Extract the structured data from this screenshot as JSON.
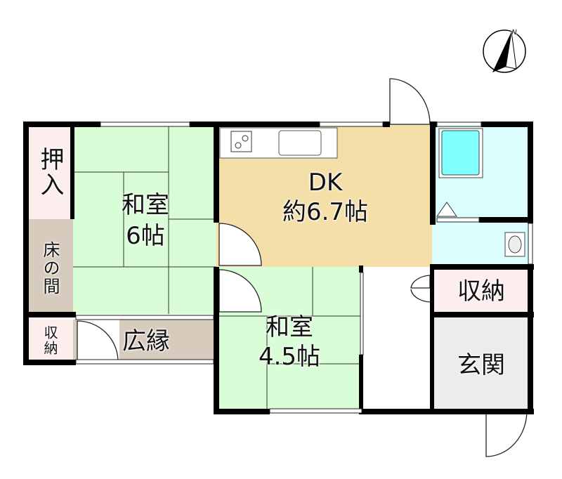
{
  "rooms": {
    "oshiire": "押入",
    "tokonoma": "床の間",
    "shuno_left": "収納",
    "washitsu6_name": "和室",
    "washitsu6_size": "6帖",
    "hiroen": "広縁",
    "dk_name": "DK",
    "dk_size": "約6.7帖",
    "washitsu45_name": "和室",
    "washitsu45_size": "4.5帖",
    "shuno_right": "収納",
    "genkan": "玄関"
  },
  "compass": {
    "label": "N"
  },
  "colors": {
    "tatami": "#d9fdd6",
    "dk": "#f5dfa8",
    "storage": "#fdeeee",
    "tan": "#d6cbbd",
    "water": "#dcfdfd",
    "genkan": "#ececec",
    "wall": "#000000"
  }
}
